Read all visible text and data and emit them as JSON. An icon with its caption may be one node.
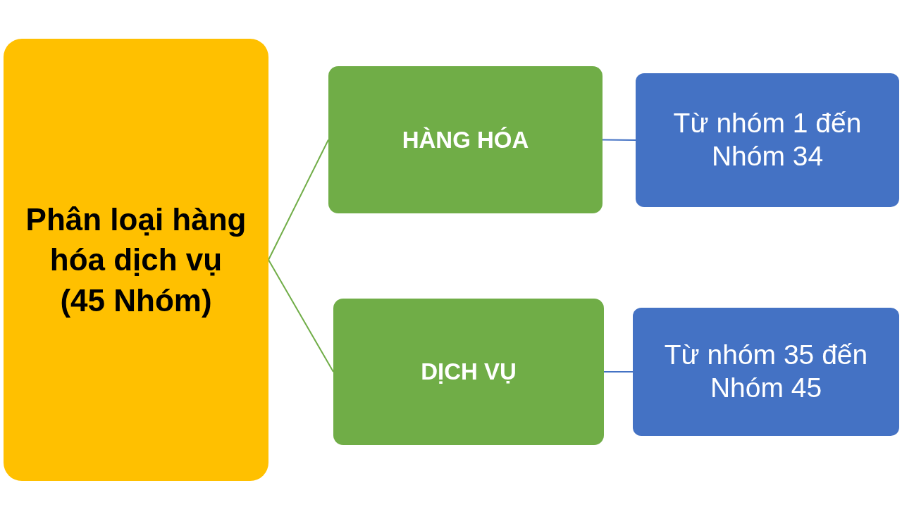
{
  "diagram": {
    "nodes": [
      {
        "text": [
          "Phân loại hàng hóa dịch vụ (45 Nhóm)"
        ]
      },
      {
        "text": [
          "HÀNG HÓA"
        ]
      },
      {
        "text": [
          "DỊCH VỤ"
        ]
      },
      {
        "text": [
          "Từ nhóm 1 đến Nhóm 34"
        ]
      },
      {
        "text": [
          "Từ nhóm 35 đến Nhóm 45"
        ]
      }
    ],
    "edges": [
      {
        "from": 0,
        "to": 1,
        "arrow": "none",
        "color": "#70ad47"
      },
      {
        "from": 0,
        "to": 2,
        "arrow": "none",
        "color": "#70ad47"
      },
      {
        "from": 1,
        "to": 3,
        "arrow": "none",
        "color": "#4472c4"
      },
      {
        "from": 2,
        "to": 4,
        "arrow": "none",
        "color": "#4472c4"
      }
    ]
  }
}
